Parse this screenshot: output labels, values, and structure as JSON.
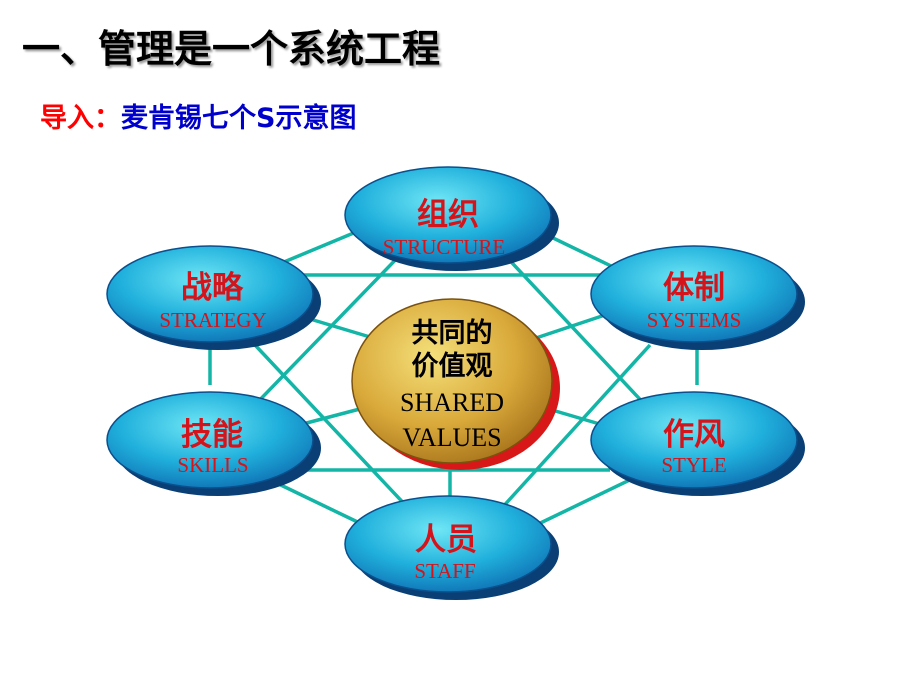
{
  "title": "一、管理是一个系统工程",
  "subtitle": {
    "lead": "导入：",
    "rest": "麦肯锡七个S示意图"
  },
  "center": {
    "cn_line1": "共同的",
    "cn_line2": "价值观",
    "en_line1": "SHARED",
    "en_line2": "VALUES"
  },
  "nodes": [
    {
      "id": "structure",
      "cn": "组织",
      "en": "STRUCTURE"
    },
    {
      "id": "strategy",
      "cn": "战略",
      "en": "STRATEGY"
    },
    {
      "id": "systems",
      "cn": "体制",
      "en": "SYSTEMS"
    },
    {
      "id": "skills",
      "cn": "技能",
      "en": "SKILLS"
    },
    {
      "id": "style",
      "cn": "作风",
      "en": "STYLE"
    },
    {
      "id": "staff",
      "cn": "人员",
      "en": "STAFF"
    }
  ],
  "colors": {
    "node_fill": "#1aa5d6",
    "node_edge": "#0b4f8c",
    "connector": "#13b5a6",
    "label_red": "#d4141a",
    "center_fill": "#d9a93a",
    "center_text": "#000000"
  }
}
